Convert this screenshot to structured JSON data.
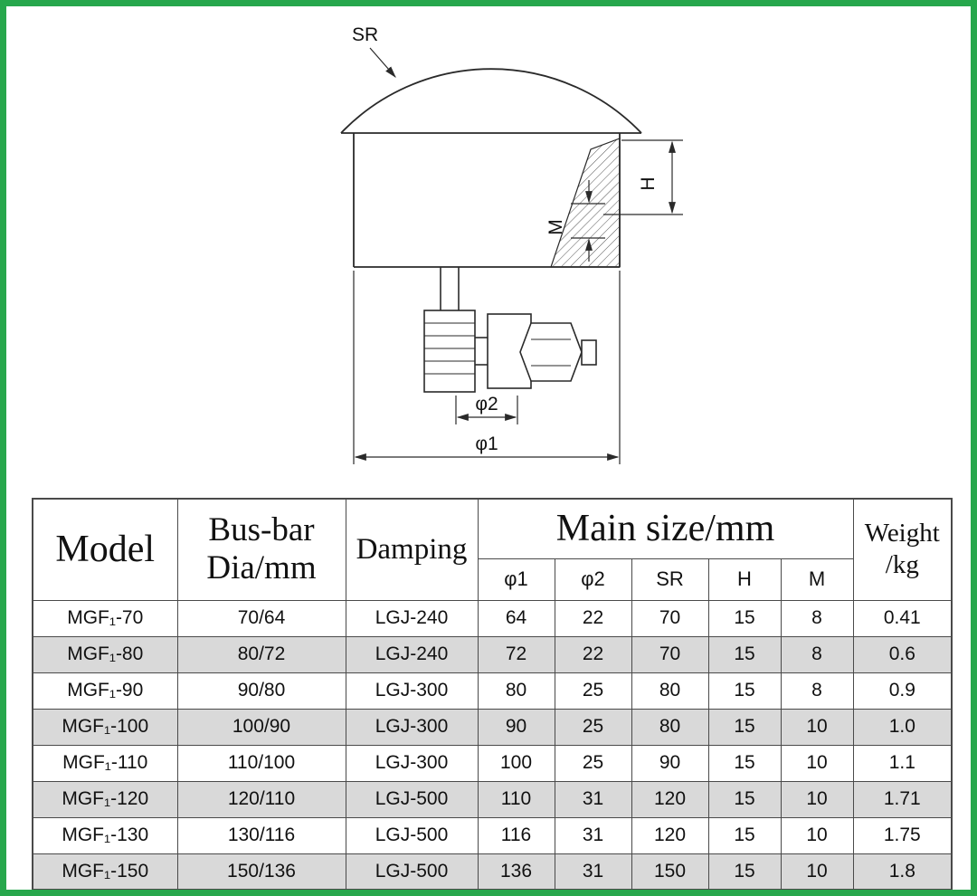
{
  "drawing": {
    "labels": {
      "sr": "SR",
      "h": "H",
      "m": "M",
      "phi2": "φ2",
      "phi1": "φ1"
    }
  },
  "table": {
    "headers": {
      "model": "Model",
      "busbar_line1": "Bus-bar",
      "busbar_line2": "Dia/mm",
      "damping": "Damping",
      "main_size": "Main size/mm",
      "weight_line1": "Weight",
      "weight_line2": "/kg",
      "sub": [
        "φ1",
        "φ2",
        "SR",
        "H",
        "M"
      ]
    },
    "rows": [
      {
        "model": "MGF₁-70",
        "dia": "70/64",
        "damping": "LGJ-240",
        "phi1": "64",
        "phi2": "22",
        "sr": "70",
        "h": "15",
        "m": "8",
        "weight": "0.41"
      },
      {
        "model": "MGF₁-80",
        "dia": "80/72",
        "damping": "LGJ-240",
        "phi1": "72",
        "phi2": "22",
        "sr": "70",
        "h": "15",
        "m": "8",
        "weight": "0.6"
      },
      {
        "model": "MGF₁-90",
        "dia": "90/80",
        "damping": "LGJ-300",
        "phi1": "80",
        "phi2": "25",
        "sr": "80",
        "h": "15",
        "m": "8",
        "weight": "0.9"
      },
      {
        "model": "MGF₁-100",
        "dia": "100/90",
        "damping": "LGJ-300",
        "phi1": "90",
        "phi2": "25",
        "sr": "80",
        "h": "15",
        "m": "10",
        "weight": "1.0"
      },
      {
        "model": "MGF₁-110",
        "dia": "110/100",
        "damping": "LGJ-300",
        "phi1": "100",
        "phi2": "25",
        "sr": "90",
        "h": "15",
        "m": "10",
        "weight": "1.1"
      },
      {
        "model": "MGF₁-120",
        "dia": "120/110",
        "damping": "LGJ-500",
        "phi1": "110",
        "phi2": "31",
        "sr": "120",
        "h": "15",
        "m": "10",
        "weight": "1.71"
      },
      {
        "model": "MGF₁-130",
        "dia": "130/116",
        "damping": "LGJ-500",
        "phi1": "116",
        "phi2": "31",
        "sr": "120",
        "h": "15",
        "m": "10",
        "weight": "1.75"
      },
      {
        "model": "MGF₁-150",
        "dia": "150/136",
        "damping": "LGJ-500",
        "phi1": "136",
        "phi2": "31",
        "sr": "150",
        "h": "15",
        "m": "10",
        "weight": "1.8"
      }
    ]
  },
  "colors": {
    "page_border_green": "#27a74c",
    "row_alt_gray": "#d9d9d9",
    "line_color": "#2a2a2a"
  }
}
